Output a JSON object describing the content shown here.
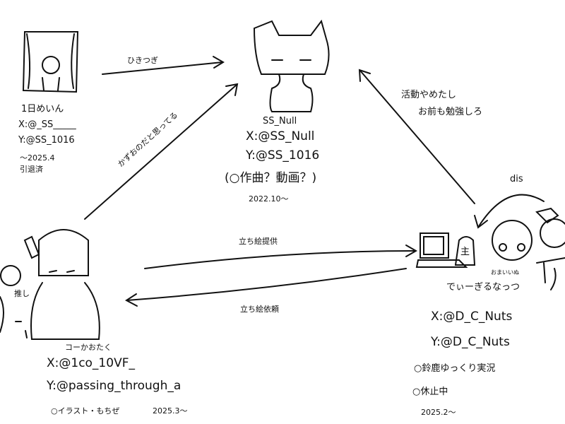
{
  "nodes": {
    "top_left": {
      "name": "1日めいん",
      "x_handle": "X:@_SS_____",
      "y_handle": "Y:@SS_1016",
      "period": "～2025.4",
      "status": "引退済"
    },
    "center": {
      "name": "SS_Null",
      "x_handle": "X:@SS_Null",
      "y_handle": "Y:@SS_1016",
      "activity": "(○作曲？動画？)",
      "period": "2022.10～"
    },
    "bottom_left": {
      "name": "コーかおたく",
      "x_handle": "X:@1co_10VF_",
      "y_handle": "Y:@passing_through_a",
      "activity": "○イラスト・もちぜ",
      "period": "2025.3～"
    },
    "bottom_right": {
      "name": "でぃーぎるなっつ",
      "tag": "主",
      "small_label": "おまいいぬ",
      "x_handle": "X:@D_C_Nuts",
      "y_handle": "Y:@D_C_Nuts",
      "activity": "○鈴鹿ゆっくり実況",
      "status": "○休止中",
      "period": "2025.2～"
    }
  },
  "edges": {
    "handover": "ひきつぎ",
    "thinks": "かずおのだと思ってる",
    "quit_line1": "活動やめたし",
    "quit_line2": "お前も勉強しろ",
    "dis": "dis",
    "portrait_provided": "立ち絵提供",
    "portrait_request": "立ち絵依頼",
    "tag_bubble": "推し"
  }
}
